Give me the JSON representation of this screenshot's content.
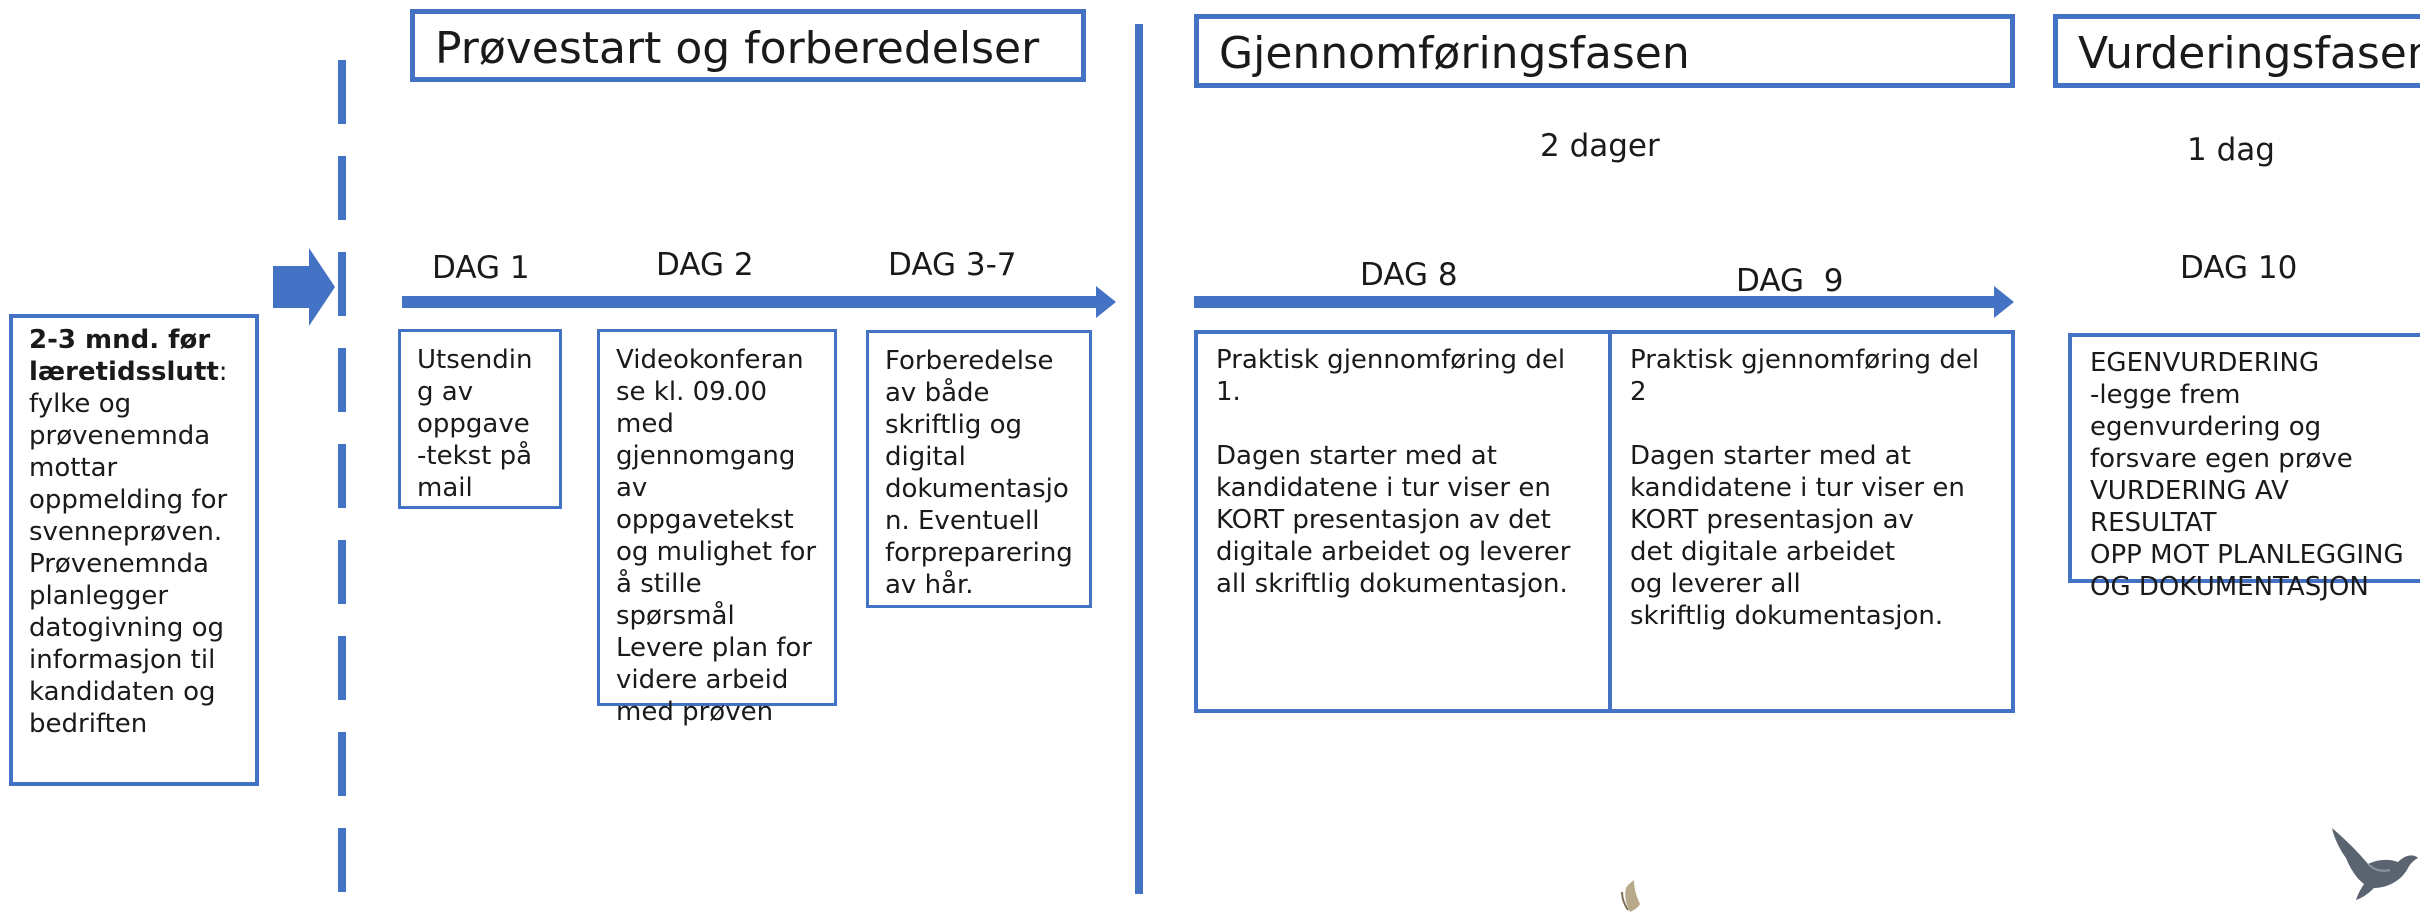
{
  "phases": {
    "phase1_title": "Prøvestart og forberedelser",
    "phase2_title": "Gjennomføringsfasen",
    "phase3_title": "Vurderingsfasen"
  },
  "durations": {
    "phase2": "2 dager",
    "phase3": "1 dag"
  },
  "days": {
    "dag1": "DAG 1",
    "dag2": "DAG 2",
    "dag3_7": "DAG 3-7",
    "dag8": "DAG 8",
    "dag9": "DAG  9",
    "dag10": "DAG 10"
  },
  "intro": {
    "bold_prefix": "2-3 mnd. før læretidsslutt",
    "text": ":\nfylke og prøvenemnda mottar oppmelding for svenneprøven. Prøvenemnda planlegger datogivning og informasjon til kandidaten og bedriften"
  },
  "tasks": {
    "dag1": "Utsendin\ng av\noppgave\n-tekst på\nmail",
    "dag2": "Videokonferan\nse kl. 09.00\nmed\ngjennomgang\nav\noppgavetekst\nog mulighet for\nå stille spørsmål\nLevere plan for\nvidere arbeid\nmed prøven",
    "dag3_7": "Forberedelse\nav både\nskriftlig og\ndigital\ndokumentasjo\nn. Eventuell\nforpreparering\nav hår.",
    "dag8": "Praktisk gjennomføring del 1.\n\nDagen starter med at\nkandidatene i tur viser en\nKORT presentasjon av det\ndigitale arbeidet og leverer\nall skriftlig dokumentasjon.",
    "dag9": "Praktisk gjennomføring del 2\n\nDagen starter med at\nkandidatene i tur viser en\nKORT presentasjon av\ndet digitale arbeidet\nog leverer all\nskriftlig dokumentasjon.",
    "dag10": "EGENVURDERING\n-legge frem\negenvurdering og\nforsvare egen prøve\nVURDERING AV RESULTAT\nOPP MOT PLANLEGGING\nOG DOKUMENTASJON"
  },
  "icons": {
    "bird": "bird-icon"
  },
  "colors": {
    "accent": "#4472C4"
  }
}
